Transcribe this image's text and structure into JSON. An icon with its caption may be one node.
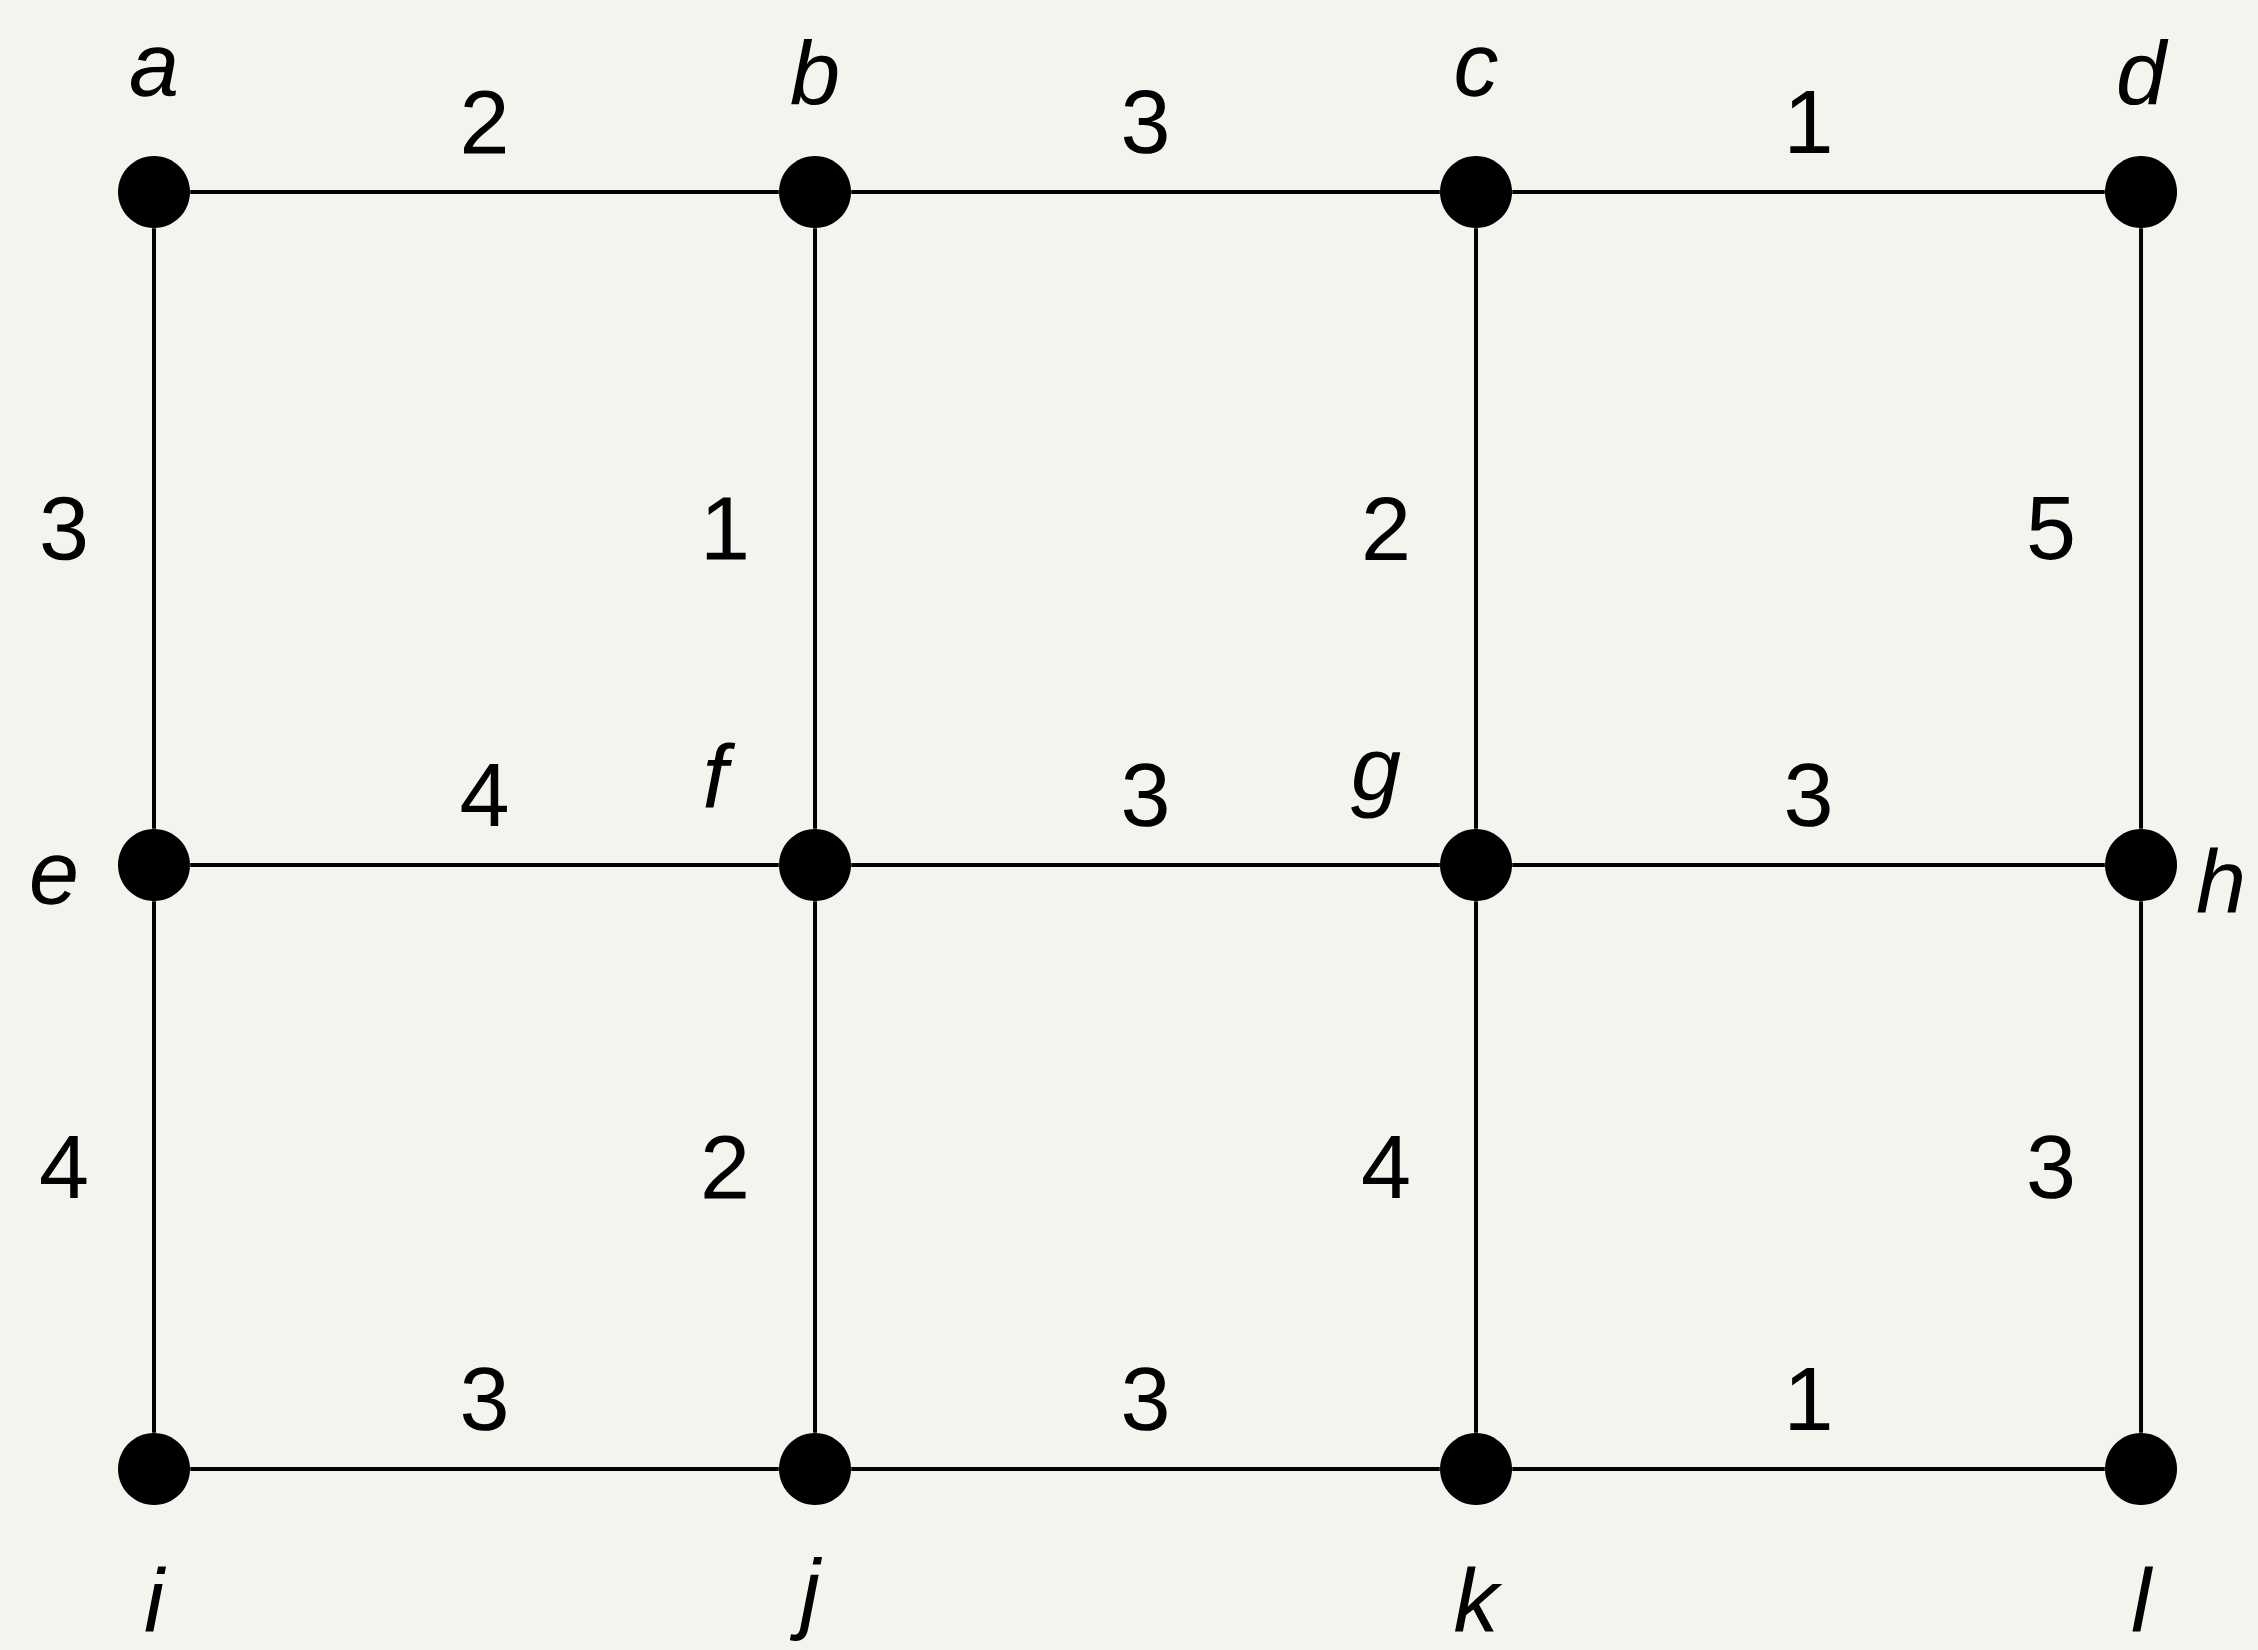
{
  "diagram": {
    "nodes": [
      {
        "text": [],
        "shape": "circle",
        "beside": [
          "a"
        ]
      },
      {
        "text": [],
        "shape": "circle",
        "beside": [
          "b"
        ]
      },
      {
        "text": [],
        "shape": "circle",
        "beside": [
          "c"
        ]
      },
      {
        "text": [],
        "shape": "circle",
        "beside": [
          "d"
        ]
      },
      {
        "text": [],
        "shape": "circle",
        "beside": [
          "e"
        ]
      },
      {
        "text": [],
        "shape": "circle",
        "beside": [
          "f"
        ]
      },
      {
        "text": [],
        "shape": "circle",
        "beside": [
          "g"
        ]
      },
      {
        "text": [],
        "shape": "circle",
        "beside": [
          "h"
        ]
      },
      {
        "text": [],
        "shape": "circle",
        "beside": [
          "i"
        ]
      },
      {
        "text": [],
        "shape": "circle",
        "beside": [
          "j"
        ]
      },
      {
        "text": [],
        "shape": "circle",
        "beside": [
          "k"
        ]
      },
      {
        "text": [],
        "shape": "circle",
        "beside": [
          "l"
        ]
      }
    ],
    "edges": [
      {
        "from": 0,
        "to": 1,
        "arrow": "none",
        "label": "2"
      },
      {
        "from": 1,
        "to": 2,
        "arrow": "none",
        "label": "3"
      },
      {
        "from": 2,
        "to": 3,
        "arrow": "none",
        "label": "1"
      },
      {
        "from": 0,
        "to": 4,
        "arrow": "none",
        "label": "3"
      },
      {
        "from": 1,
        "to": 5,
        "arrow": "none",
        "label": "1"
      },
      {
        "from": 2,
        "to": 6,
        "arrow": "none",
        "label": "2"
      },
      {
        "from": 3,
        "to": 7,
        "arrow": "none",
        "label": "5"
      },
      {
        "from": 4,
        "to": 5,
        "arrow": "none",
        "label": "4"
      },
      {
        "from": 5,
        "to": 6,
        "arrow": "none",
        "label": "3"
      },
      {
        "from": 6,
        "to": 7,
        "arrow": "none",
        "label": "3"
      },
      {
        "from": 4,
        "to": 8,
        "arrow": "none",
        "label": "4"
      },
      {
        "from": 5,
        "to": 9,
        "arrow": "none",
        "label": "2"
      },
      {
        "from": 6,
        "to": 10,
        "arrow": "none",
        "label": "4"
      },
      {
        "from": 7,
        "to": 11,
        "arrow": "none",
        "label": "3"
      },
      {
        "from": 8,
        "to": 9,
        "arrow": "none",
        "label": "3"
      },
      {
        "from": 9,
        "to": 10,
        "arrow": "none",
        "label": "3"
      },
      {
        "from": 10,
        "to": 11,
        "arrow": "none",
        "label": "1"
      }
    ]
  }
}
